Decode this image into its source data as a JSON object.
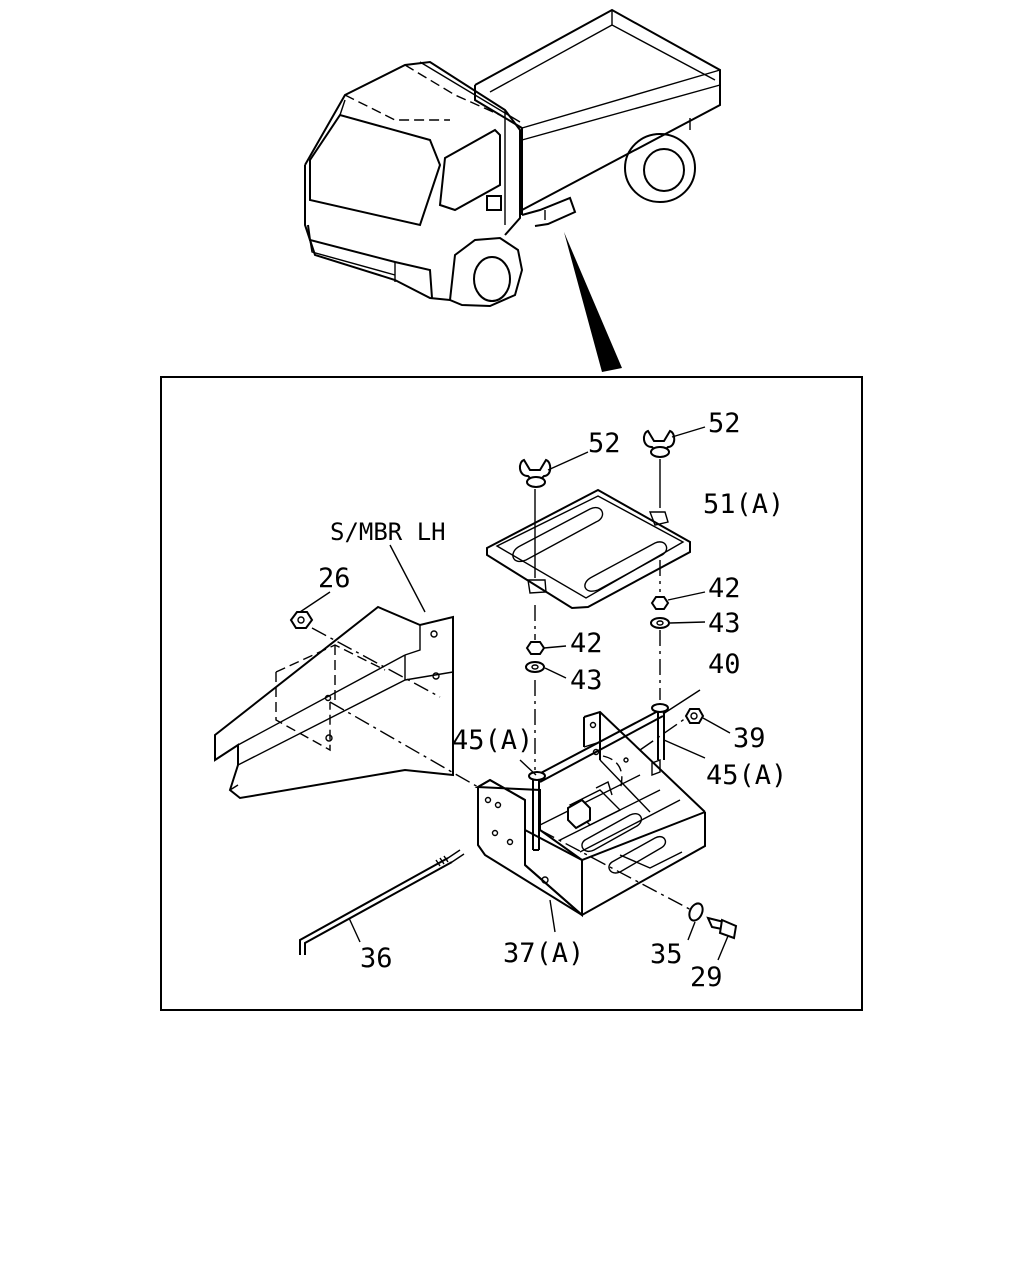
{
  "callouts": {
    "wing_nut_left": "52",
    "wing_nut_right": "52",
    "cover": "51(A)",
    "nut_right": "42",
    "washer_right": "43",
    "nut_left": "42",
    "washer_left": "43",
    "member_label": "S/MBR LH",
    "nut_member": "26",
    "hold_bar": "40",
    "nut_39": "39",
    "rod_left": "45(A)",
    "rod_right": "45(A)",
    "rod_36": "36",
    "tray": "37(A)",
    "washer_35": "35",
    "bolt_29": "29"
  }
}
